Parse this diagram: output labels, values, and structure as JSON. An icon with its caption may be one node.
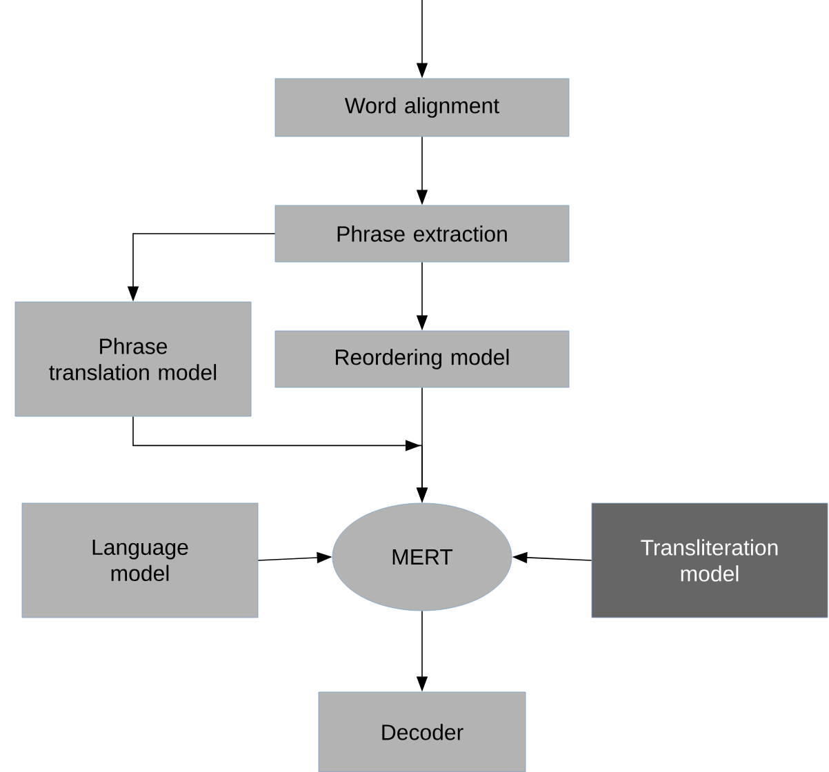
{
  "diagram": {
    "nodes": [
      {
        "text": [
          "Word alignment"
        ]
      },
      {
        "text": [
          "Phrase extraction"
        ]
      },
      {
        "text": [
          "Phrase translation model"
        ]
      },
      {
        "text": [
          "Reordering model"
        ]
      },
      {
        "text": [
          "Language model"
        ]
      },
      {
        "text": [
          "MERT"
        ]
      },
      {
        "text": [
          "Transliteration model"
        ]
      },
      {
        "text": [
          "Decoder"
        ]
      }
    ],
    "edges": [
      {
        "from": null,
        "to": 0,
        "arrow": "to"
      },
      {
        "from": 0,
        "to": 1,
        "arrow": "to"
      },
      {
        "from": 1,
        "to": 2,
        "arrow": "to"
      },
      {
        "from": 1,
        "to": 3,
        "arrow": "to"
      },
      {
        "from": 2,
        "to": 5,
        "arrow": "to"
      },
      {
        "from": 3,
        "to": 5,
        "arrow": "to"
      },
      {
        "from": 4,
        "to": 5,
        "arrow": "to"
      },
      {
        "from": 6,
        "to": 5,
        "arrow": "to"
      },
      {
        "from": 5,
        "to": 7,
        "arrow": "to"
      }
    ]
  }
}
